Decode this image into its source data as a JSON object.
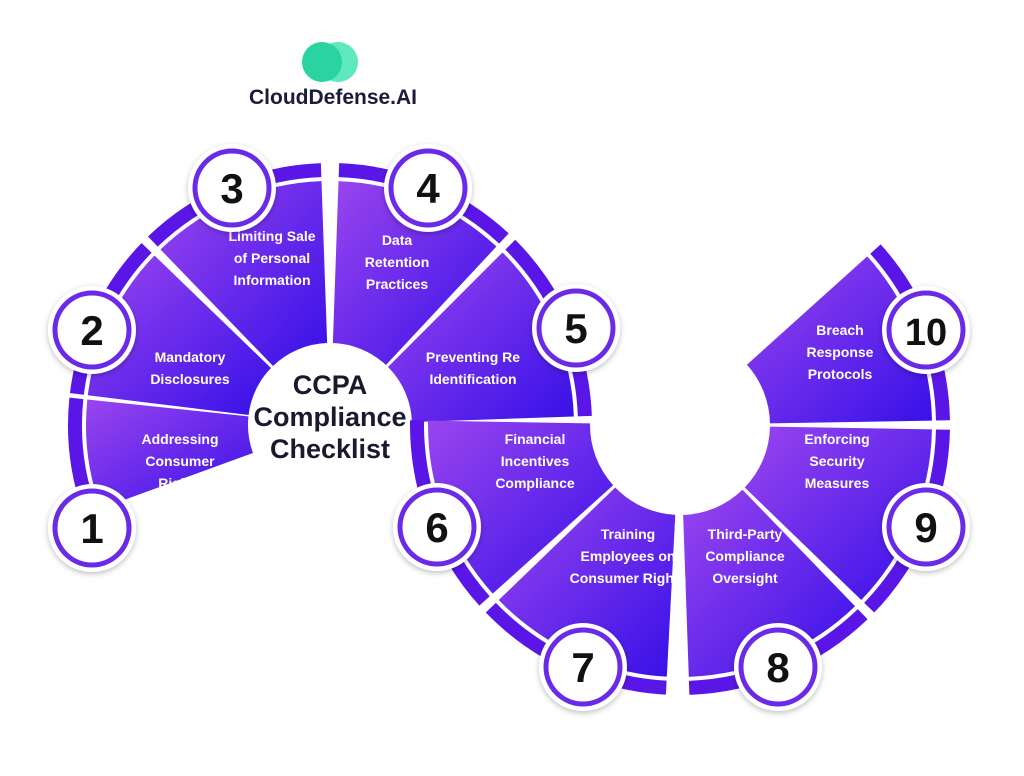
{
  "brand": {
    "name": "CloudDefense.AI",
    "logo_colors": [
      "#2ad4a0",
      "#5ee8bb"
    ]
  },
  "title": [
    "CCPA",
    "Compliance",
    "Checklist"
  ],
  "colors": {
    "segment_start": "#9a45ee",
    "segment_end": "#3710e8",
    "rim": "#5a16e6",
    "badge_ring": "#6a2ae8",
    "badge_fill": "#ffffff",
    "number": "#111111",
    "label": "#ffffff"
  },
  "steps": [
    {
      "number": "1",
      "lines": [
        "Addressing",
        "Consumer",
        "Rights"
      ]
    },
    {
      "number": "2",
      "lines": [
        "Mandatory",
        "Disclosures"
      ]
    },
    {
      "number": "3",
      "lines": [
        "Limiting Sale",
        "of Personal",
        "Information"
      ]
    },
    {
      "number": "4",
      "lines": [
        "Data",
        "Retention",
        "Practices"
      ]
    },
    {
      "number": "5",
      "lines": [
        "Preventing Re",
        "Identification"
      ]
    },
    {
      "number": "6",
      "lines": [
        "Financial",
        "Incentives",
        "Compliance"
      ]
    },
    {
      "number": "7",
      "lines": [
        "Training",
        "Employees on",
        "Consumer Rights"
      ]
    },
    {
      "number": "8",
      "lines": [
        "Third-Party",
        "Compliance",
        "Oversight"
      ]
    },
    {
      "number": "9",
      "lines": [
        "Enforcing",
        "Security",
        "Measures"
      ]
    },
    {
      "number": "10",
      "lines": [
        "Breach",
        "Response",
        "Protocols"
      ]
    }
  ]
}
